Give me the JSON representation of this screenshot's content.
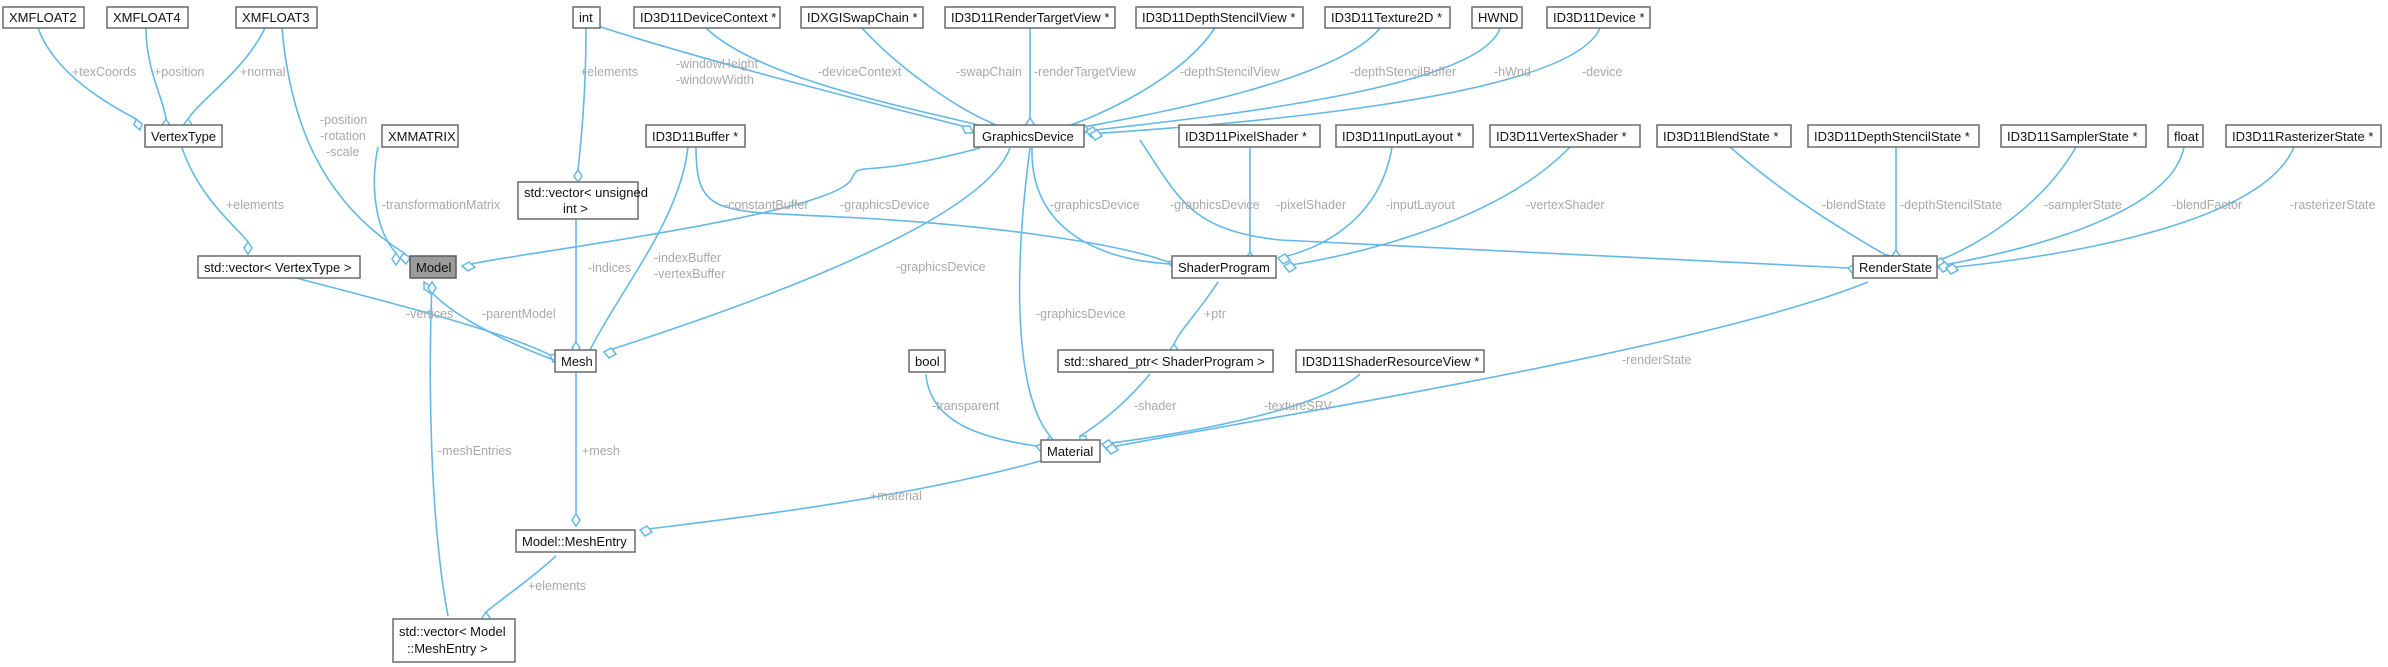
{
  "classes": {
    "xmfloat2": "XMFLOAT2",
    "xmfloat4": "XMFLOAT4",
    "xmfloat3": "XMFLOAT3",
    "int": "int",
    "device_context": "ID3D11DeviceContext *",
    "swap_chain": "IDXGISwapChain *",
    "render_target_view": "ID3D11RenderTargetView *",
    "depth_stencil_view": "ID3D11DepthStencilView *",
    "texture2d": "ID3D11Texture2D *",
    "hwnd": "HWND",
    "device": "ID3D11Device *",
    "vertex_type": "VertexType",
    "xmmatrix": "XMMATRIX",
    "buffer": "ID3D11Buffer *",
    "graphics_device": "GraphicsDevice",
    "pixel_shader": "ID3D11PixelShader *",
    "input_layout": "ID3D11InputLayout *",
    "vertex_shader": "ID3D11VertexShader *",
    "blend_state": "ID3D11BlendState *",
    "depth_stencil_state": "ID3D11DepthStencilState *",
    "sampler_state": "ID3D11SamplerState *",
    "float": "float",
    "rasterizer_state": "ID3D11RasterizerState *",
    "vector_unsigned_int_line1": "std::vector< unsigned",
    "vector_unsigned_int_line2": "int >",
    "vector_vertex_type": "std::vector< VertexType >",
    "model": "Model",
    "shader_program": "ShaderProgram",
    "render_state": "RenderState",
    "mesh": "Mesh",
    "bool": "bool",
    "shared_ptr_shader_program": "std::shared_ptr< ShaderProgram >",
    "shader_resource_view": "ID3D11ShaderResourceView *",
    "material": "Material",
    "model_mesh_entry": "Model::MeshEntry",
    "vector_mesh_entry_line1": "std::vector< Model",
    "vector_mesh_entry_line2": "::MeshEntry >"
  },
  "edge_labels": {
    "tex_coords": "+texCoords",
    "position_pub": "+position",
    "normal": "+normal",
    "position": "-position",
    "rotation": "-rotation",
    "scale": "-scale",
    "elements_int": "+elements",
    "window_height": "-windowHeight",
    "window_width": "-windowWidth",
    "device_context": "-deviceContext",
    "swap_chain": "-swapChain",
    "render_target_view": "-renderTargetView",
    "depth_stencil_view": "-depthStencilView",
    "depth_stencil_buffer": "-depthStencilBuffer",
    "h_wnd": "-hWnd",
    "device": "-device",
    "elements_vertex": "+elements",
    "transformation_matrix": "-transformationMatrix",
    "graphics_device_model": "-graphicsDevice",
    "constant_buffer": "-constantBuffer",
    "graphics_device_sp": "-graphicsDevice",
    "graphics_device_rs": "-graphicsDevice",
    "pixel_shader": "-pixelShader",
    "input_layout": "-inputLayout",
    "vertex_shader": "-vertexShader",
    "blend_state": "-blendState",
    "depth_stencil_state": "-depthStencilState",
    "sampler_state": "-samplerState",
    "blend_factor": "-blendFactor",
    "rasterizer_state": "-rasterizerState",
    "index_buffer": "-indexBuffer",
    "vertex_buffer": "-vertexBuffer",
    "indices": "-indices",
    "graphics_device_mesh": "-graphicsDevice",
    "vertices": "-vertices",
    "parent_model": "-parentModel",
    "ptr": "+ptr",
    "graphics_device_mat": "-graphicsDevice",
    "transparent": "-transparent",
    "shader": "-shader",
    "texture_srv": "-textureSRV",
    "render_state": "-renderState",
    "mesh_entries": "-meshEntries",
    "mesh": "+mesh",
    "material": "+material",
    "elements_mesh_entry": "+elements"
  },
  "colors": {
    "edge": "#63b8e6",
    "label": "#a8a8a8",
    "box_border": "#6a6a6a",
    "highlight_fill": "#9b9b9b"
  }
}
